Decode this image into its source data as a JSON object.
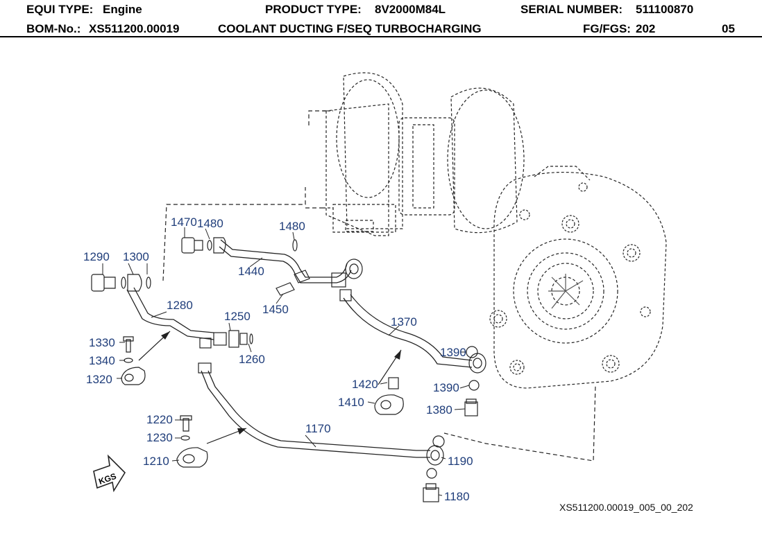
{
  "header": {
    "equi_type_label": "EQUI TYPE:",
    "equi_type_value": "Engine",
    "product_type_label": "PRODUCT TYPE:",
    "product_type_value": "8V2000M84L",
    "serial_label": "SERIAL NUMBER:",
    "serial_value": "511100870",
    "bom_label": "BOM-No.:",
    "bom_value": "XS511200.00019",
    "description": "COOLANT DUCTING F/SEQ TURBOCHARGING",
    "fg_label": "FG/FGS:",
    "fg_value": "202",
    "page": "05"
  },
  "callouts": [
    "1470",
    "1480",
    "1480",
    "1290",
    "1300",
    "1440",
    "1450",
    "1280",
    "1250",
    "1260",
    "1370",
    "1390",
    "1390",
    "1380",
    "1330",
    "1340",
    "1320",
    "1420",
    "1410",
    "1220",
    "1230",
    "1210",
    "1170",
    "1190",
    "1180"
  ],
  "kgs_label": "KGS",
  "footer_code": "XS511200.00019_005_00_202",
  "colors": {
    "callout": "#1f3d7a",
    "line": "#222222"
  }
}
